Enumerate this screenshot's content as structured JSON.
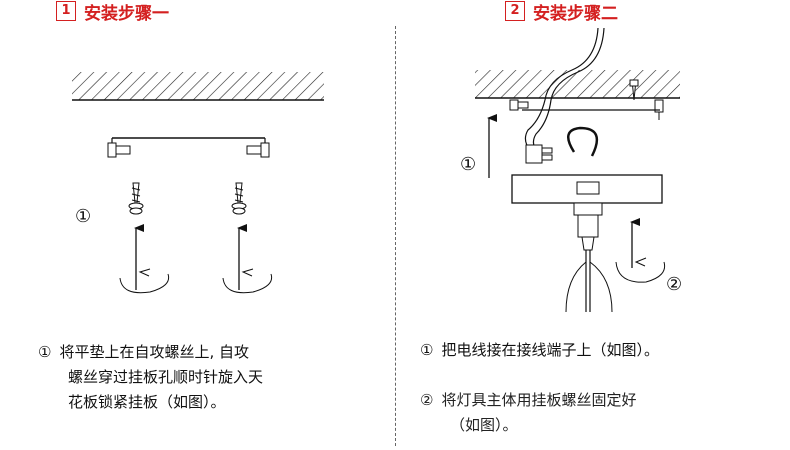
{
  "step1": {
    "number": "1",
    "title": "安装步骤一"
  },
  "step2": {
    "number": "2",
    "title": "安装步骤二"
  },
  "markers": {
    "one": "①",
    "two": "②"
  },
  "captions": {
    "c1": {
      "num": "①",
      "line1": "将平垫上在自攻螺丝上, 自攻",
      "line2": "螺丝穿过挂板孔顺时针旋入天",
      "line3": "花板锁紧挂板（如图）。"
    },
    "c2": {
      "num": "①",
      "line1": "把电线接在接线端子上（如图）。"
    },
    "c3": {
      "num": "②",
      "line1": "将灯具主体用挂板螺丝固定好",
      "line2": "（如图）。"
    }
  },
  "colors": {
    "title": "#d42020",
    "line": "#222222"
  }
}
